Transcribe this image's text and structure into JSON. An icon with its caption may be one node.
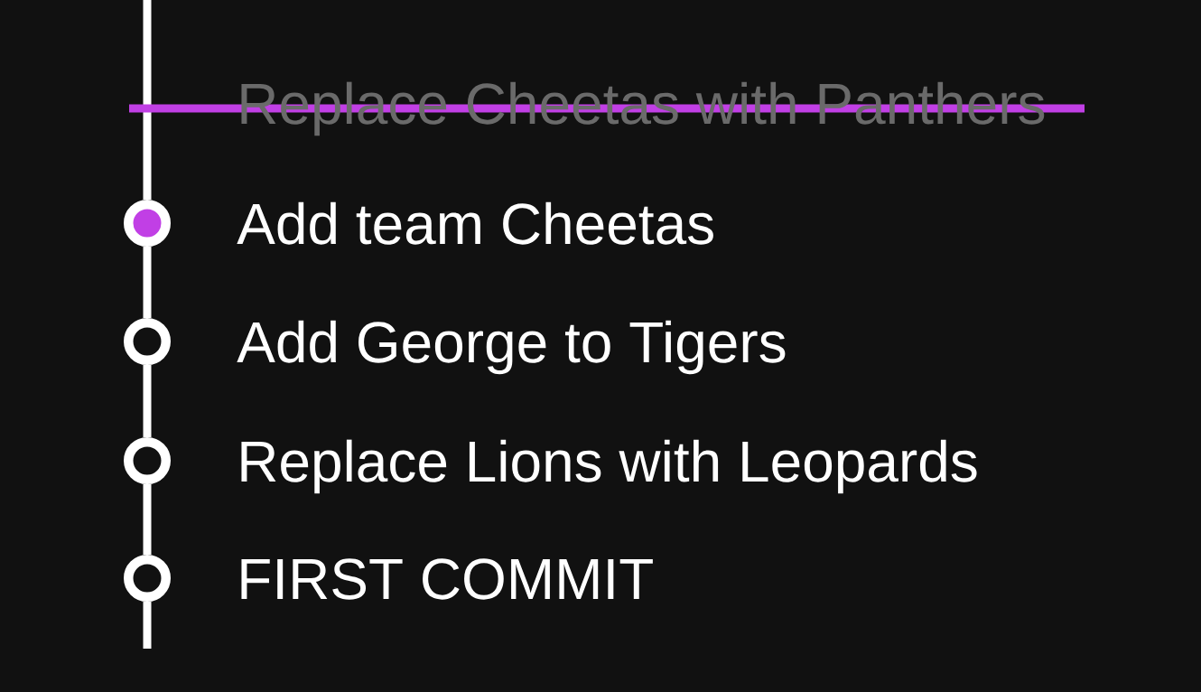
{
  "diagram": {
    "nodes": [
      {
        "text": [],
        "shape": "circle",
        "beside": [
          "Add team Cheetas"
        ]
      },
      {
        "text": [],
        "shape": "circle",
        "beside": [
          "Add George to Tigers"
        ]
      },
      {
        "text": [],
        "shape": "circle",
        "beside": [
          "Replace Lions with Leopards"
        ]
      },
      {
        "text": [],
        "shape": "circle",
        "beside": [
          "FIRST COMMIT"
        ]
      }
    ],
    "edges": [
      {
        "from": null,
        "to": 0,
        "arrow": "none"
      },
      {
        "from": 0,
        "to": 1,
        "arrow": "none"
      },
      {
        "from": 1,
        "to": 2,
        "arrow": "none"
      },
      {
        "from": 2,
        "to": 3,
        "arrow": "none"
      },
      {
        "from": 3,
        "to": null,
        "arrow": "none"
      }
    ],
    "labels": [
      "Replace Cheetas with Panthers"
    ]
  }
}
